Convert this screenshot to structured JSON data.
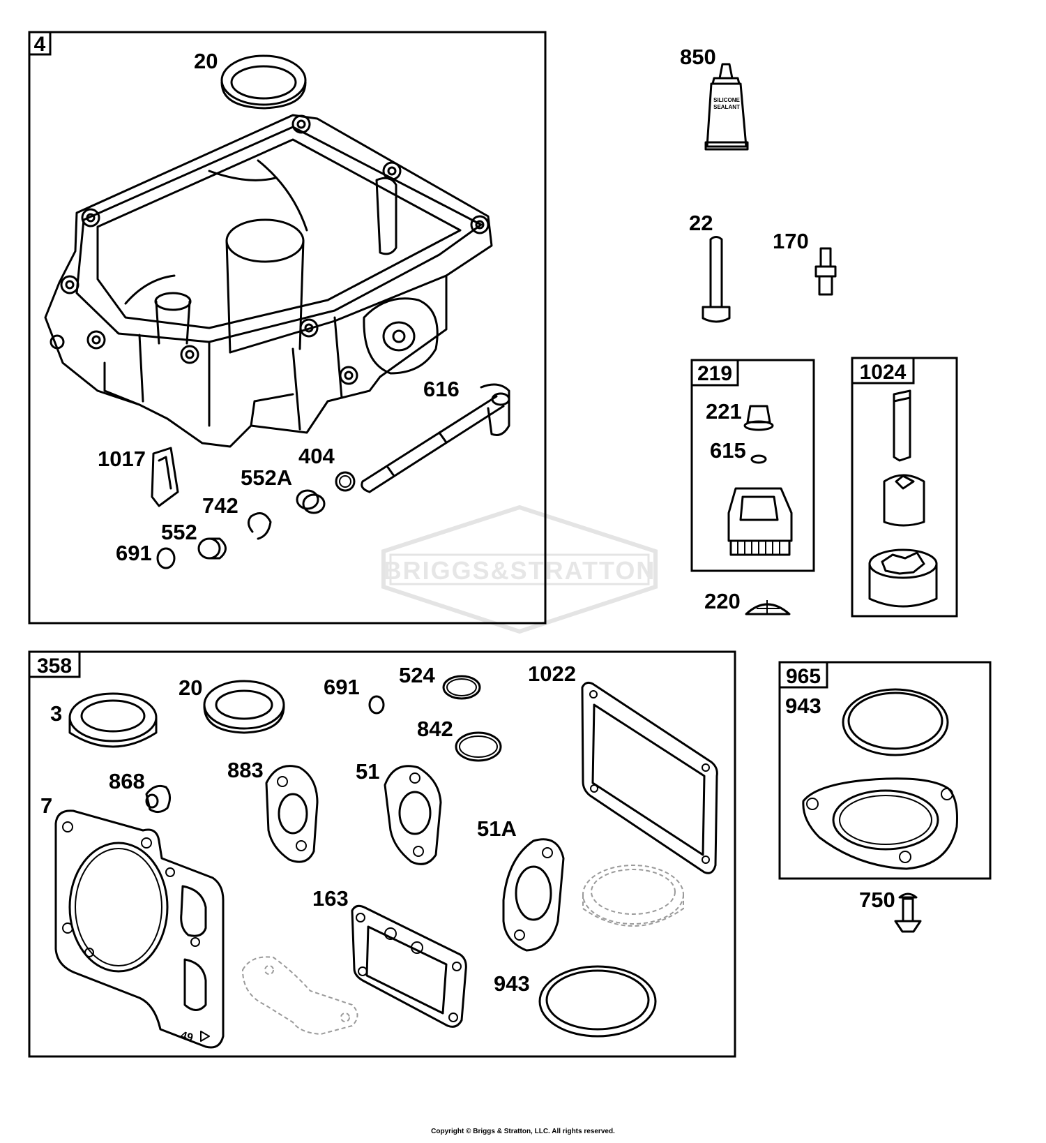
{
  "kits": [
    {
      "id": "4",
      "label": "4"
    },
    {
      "id": "219",
      "label": "219"
    },
    {
      "id": "1024",
      "label": "1024"
    },
    {
      "id": "358",
      "label": "358"
    },
    {
      "id": "965",
      "label": "965"
    }
  ],
  "callouts": {
    "k4_20": "20",
    "k4_616": "616",
    "k4_1017": "1017",
    "k4_404": "404",
    "k4_552A": "552A",
    "k4_742": "742",
    "k4_552": "552",
    "k4_691": "691",
    "p850": "850",
    "p22": "22",
    "p170": "170",
    "k219_221": "221",
    "k219_615": "615",
    "p220": "220",
    "k358_20": "20",
    "k358_3": "3",
    "k358_691": "691",
    "k358_524": "524",
    "k358_1022": "1022",
    "k358_842": "842",
    "k358_868": "868",
    "k358_883": "883",
    "k358_51": "51",
    "k358_7": "7",
    "k358_51A": "51A",
    "k358_163": "163",
    "k358_943": "943",
    "k965_943": "943",
    "p750": "750"
  },
  "tube_label": [
    "SILICONE",
    "SEALANT"
  ],
  "gasket_mark": "49",
  "watermark": "BRIGGS&STRATTON",
  "copyright": "Copyright © Briggs & Stratton, LLC. All rights reserved."
}
